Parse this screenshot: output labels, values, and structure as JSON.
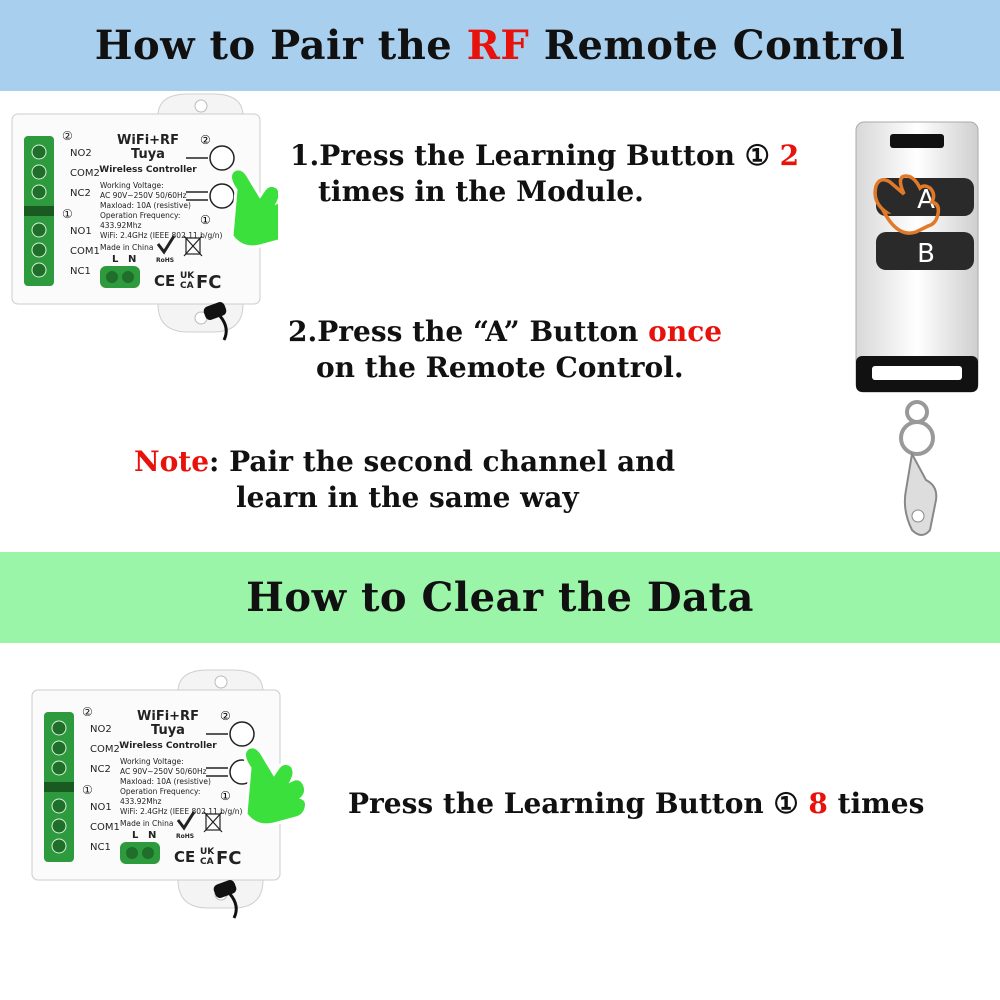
{
  "title": {
    "prefix": "How to Pair the ",
    "highlight": "RF",
    "suffix": " Remote Control"
  },
  "steps": {
    "step1": {
      "line1_prefix": "1.Press the Learning Button ① ",
      "line1_count": "2",
      "line2": "times in the Module."
    },
    "step2": {
      "line1_prefix": "2.Press the “A” Button ",
      "line1_highlight": "once",
      "line2": "on the Remote Control."
    },
    "note": {
      "label": "Note",
      "line1": ": Pair the second channel and",
      "line2": "learn in the same way"
    }
  },
  "clear_section": {
    "title": "How to Clear the Data",
    "text_prefix": "Press the Learning Button ① ",
    "text_count": "8",
    "text_suffix": " times"
  },
  "module": {
    "brand_line1": "WiFi+RF",
    "brand_line2": "Tuya",
    "subtitle": "Wireless Controller",
    "spec1": "Working Voltage:",
    "spec2": "AC 90V~250V  50/60Hz",
    "spec3": "Maxload: 10A (resistive)",
    "spec4": "Operation Frequency:",
    "spec5": "433.92Mhz",
    "spec6": "WiFi: 2.4GHz (IEEE 802.11 b/g/n)",
    "spec7": "Made in China",
    "ch2_mark": "②",
    "ch1_mark": "①",
    "no2": "NO2",
    "com2": "COM2",
    "nc2": "NC2",
    "no1": "NO1",
    "com1": "COM1",
    "nc1": "NC1",
    "l": "L",
    "n": "N",
    "rohs": "RoHS",
    "ce": "CE",
    "ukca1": "UK",
    "ukca2": "CA",
    "fc": "FC"
  },
  "remote": {
    "button_a": "A",
    "button_b": "B"
  },
  "colors": {
    "top_banner": "#a8cfee",
    "mid_banner": "#9bf5a8",
    "highlight_red": "#e8120c",
    "terminal_green": "#2e9a3e",
    "hand_green": "#3ce03c"
  }
}
